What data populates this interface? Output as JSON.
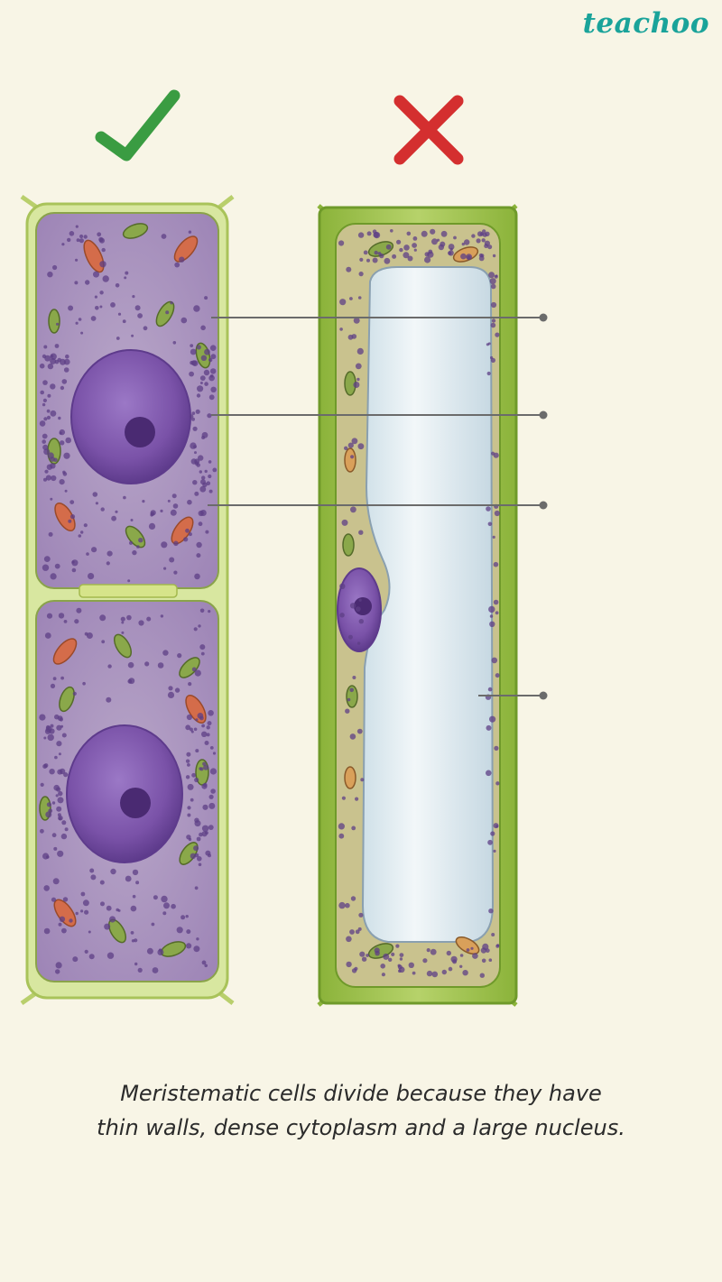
{
  "brand": {
    "name": "teachoo",
    "color": "#1aa39a"
  },
  "marks": {
    "correct_icon": "check-mark-icon",
    "correct_color": "#3a9c42",
    "wrong_icon": "cross-mark-icon",
    "wrong_color": "#d42f2f"
  },
  "caption": {
    "line1": "Meristematic cells divide because they have",
    "line2": "thin walls, dense cytoplasm and a large nucleus."
  },
  "colors": {
    "cell_wall": "#cfe08a",
    "cell_wall_dark": "#8bb33a",
    "cytoplasm": "#a58fbd",
    "nucleus": "#7a52a8",
    "nucleolus": "#4a2a72",
    "vacuole": "#e6f0f4",
    "label_line": "#6b6b6b"
  }
}
